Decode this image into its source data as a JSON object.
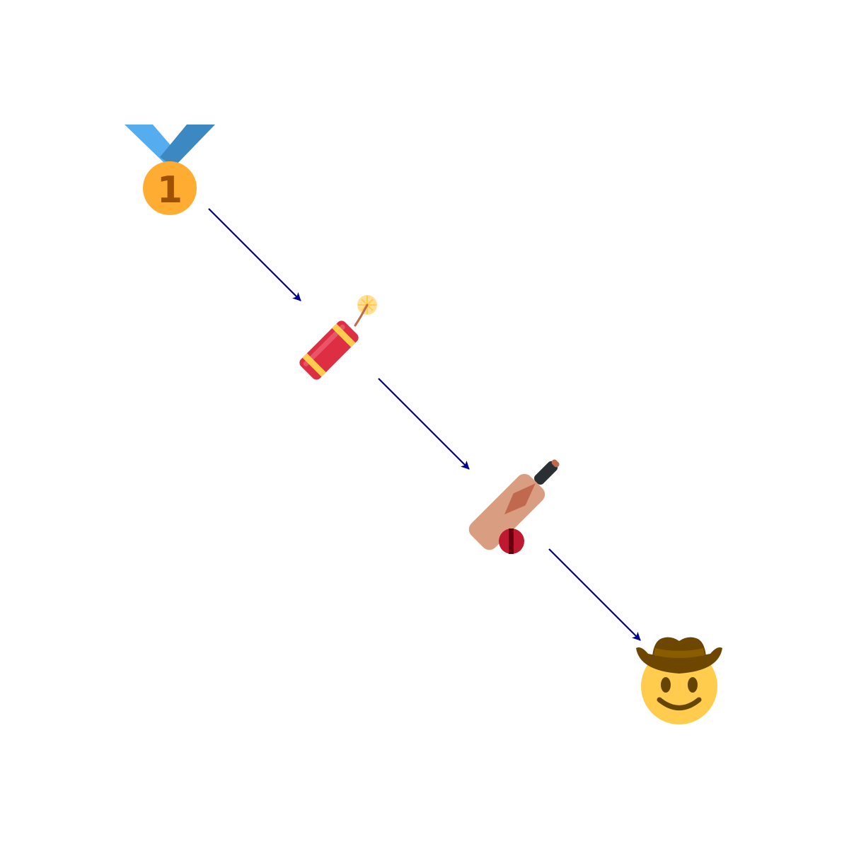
{
  "diagram": {
    "nodes": [
      {
        "id": "first-place-medal",
        "icon": "first-place-medal-icon",
        "label": "1"
      },
      {
        "id": "firecracker",
        "icon": "firecracker-icon"
      },
      {
        "id": "cricket-game",
        "icon": "cricket-bat-and-ball-icon"
      },
      {
        "id": "cowboy-face",
        "icon": "cowboy-hat-face-icon"
      }
    ],
    "edges": [
      {
        "from": "first-place-medal",
        "to": "firecracker"
      },
      {
        "from": "firecracker",
        "to": "cricket-game"
      },
      {
        "from": "cricket-game",
        "to": "cowboy-face"
      }
    ],
    "colors": {
      "arrow": "#00008b",
      "ribbon_left": "#55acee",
      "ribbon_right": "#3b88c3",
      "medal": "#ffac33",
      "medal_number": "#9e5200",
      "firecracker": "#dd2e44",
      "firecracker_band": "#ffcc4d",
      "spark": "#ffd983",
      "fuse": "#c1694f",
      "bat": "#d99e82",
      "bat_handle": "#292f33",
      "ball": "#be1931",
      "face": "#ffcc4d",
      "face_features": "#664500",
      "hat": "#6d4700",
      "hat_band": "#8a5c00"
    }
  }
}
